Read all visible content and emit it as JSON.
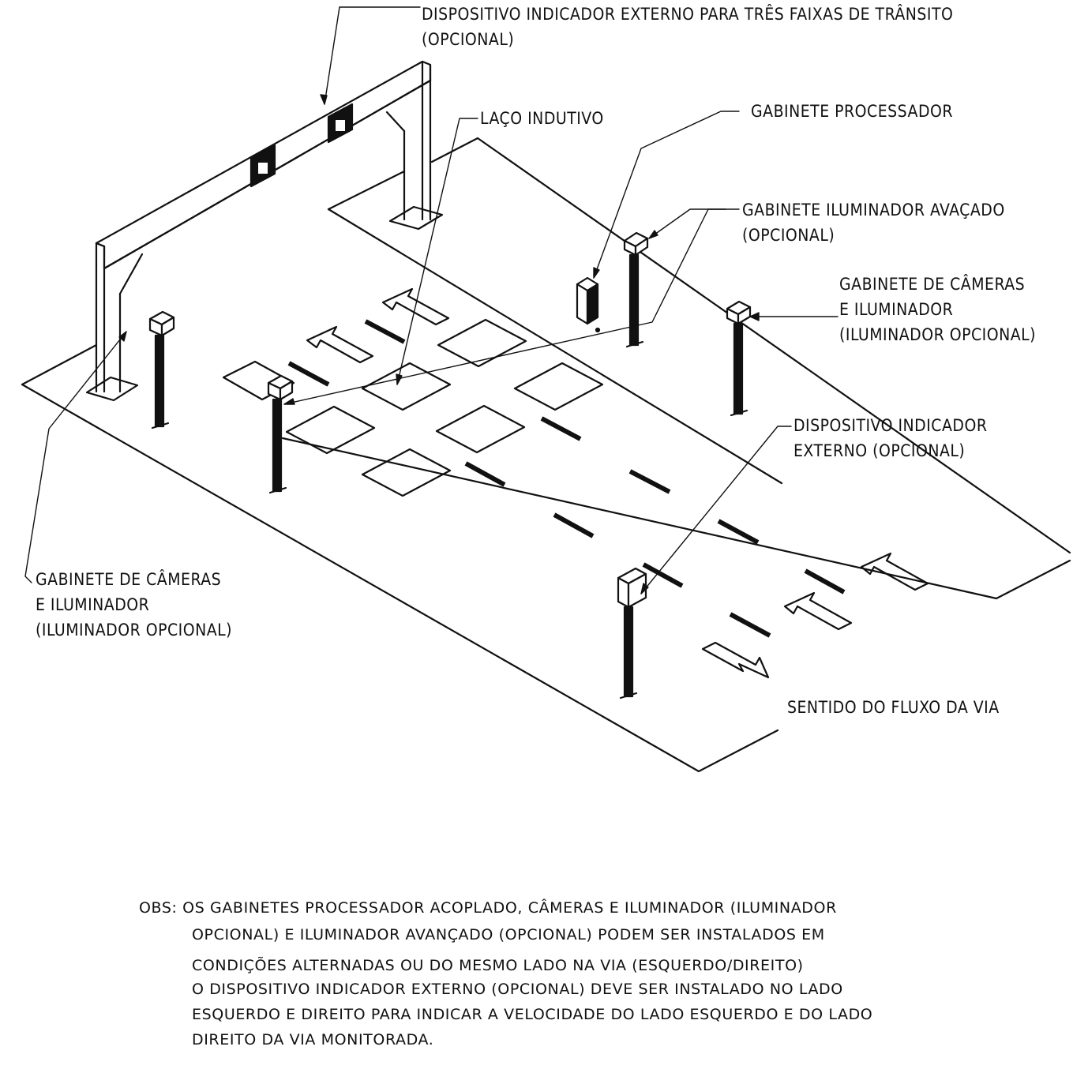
{
  "labels": {
    "top_indicator": {
      "line1": "DISPOSITIVO INDICADOR EXTERNO PARA TRÊS FAIXAS DE TRÂNSITO",
      "line2": "(OPCIONAL)"
    },
    "loop": "LAÇO INDUTIVO",
    "processor": "GABINETE PROCESSADOR",
    "advanced_illuminator": {
      "line1": "GABINETE ILUMINADOR AVAÇADO",
      "line2": "(OPCIONAL)"
    },
    "camera_right": {
      "line1": "GABINETE DE CÂMERAS",
      "line2": "E ILUMINADOR",
      "line3": "(ILUMINADOR OPCIONAL)"
    },
    "external_indicator": {
      "line1": "DISPOSITIVO INDICADOR",
      "line2": "EXTERNO (OPCIONAL)"
    },
    "camera_left": {
      "line1": "GABINETE DE CÂMERAS",
      "line2": "E ILUMINADOR",
      "line3": "(ILUMINADOR OPCIONAL)"
    },
    "flow": "SENTIDO DO FLUXO DA VIA"
  },
  "notes": {
    "line1": "OBS: OS GABINETES  PROCESSADOR ACOPLADO, CÂMERAS  E ILUMINADOR (ILUMINADOR",
    "line2": "OPCIONAL) E ILUMINADOR AVANÇADO (OPCIONAL) PODEM SER INSTALADOS EM",
    "line3": "CONDIÇÕES ALTERNADAS OU DO MESMO LADO NA VIA (ESQUERDO/DIREITO)",
    "line4": "O DISPOSITIVO INDICADOR  EXTERNO (OPCIONAL) DEVE SER INSTALADO NO LADO",
    "line5": "ESQUERDO E DIREITO PARA INDICAR A VELOCIDADE DO LADO ESQUERDO E DO LADO",
    "line6": "DIREITO DA VIA MONITORADA."
  },
  "colors": {
    "ink": "#111111",
    "paper": "#ffffff"
  }
}
